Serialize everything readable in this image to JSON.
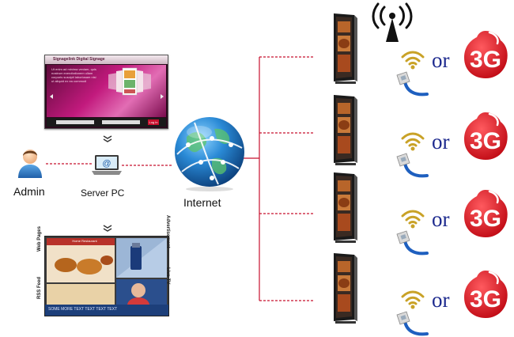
{
  "software": {
    "title": "Signagelink Digital Signage",
    "body_text": "Ut enim ad minima veniam, quis nostrum exercitationem ullam corporis suscipit laboriosam nisi ut aliquid ex ea commodi",
    "button": "Log in"
  },
  "admin": {
    "label": "Admin"
  },
  "server": {
    "label": "Server PC"
  },
  "internet": {
    "label": "Internet"
  },
  "screen_labels": {
    "web_pages": "Web Pages",
    "rss_feed": "RSS Feed",
    "advertisement": "Advertisement",
    "live_tv": "Live TV"
  },
  "screen_content": {
    "header": "Home Restaurant",
    "ticker": "SOME MORE TEXT TEXT TEXT TEXT"
  },
  "connection": {
    "or_text": "or",
    "mobile_badge": "3G"
  },
  "colors": {
    "dashed_line": "#c8102e",
    "badge_red": "#e0141e",
    "globe_blue": "#1e6fb0",
    "or_blue": "#1d2a8e"
  }
}
